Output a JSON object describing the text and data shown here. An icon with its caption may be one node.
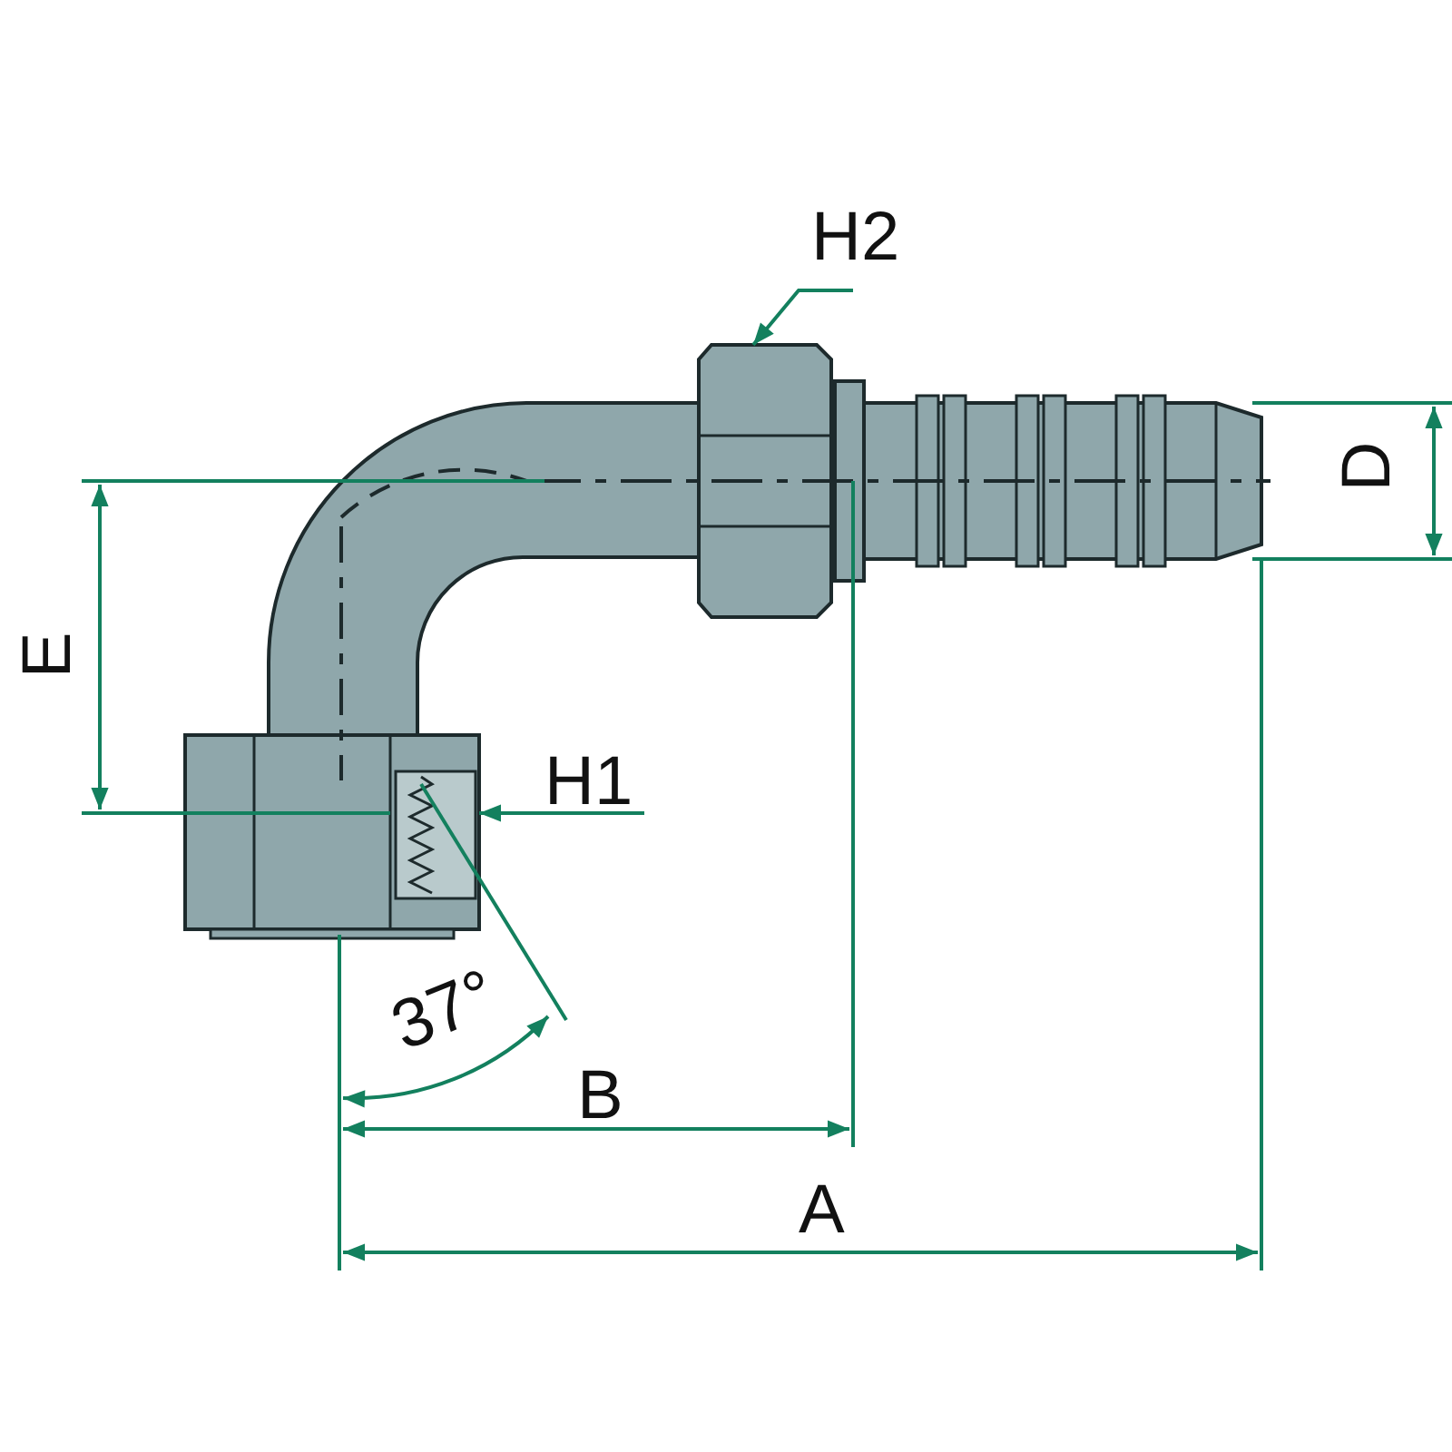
{
  "diagram": {
    "nodes": [
      {
        "text": [
          "H2"
        ]
      },
      {
        "text": [],
        "shape": "picture"
      },
      {
        "text": [
          "H1"
        ]
      },
      {
        "text": [],
        "shape": "picture"
      }
    ],
    "edges": [
      {
        "from": 0,
        "to": 1,
        "arrow": "to"
      },
      {
        "from": 2,
        "to": 3,
        "arrow": "to"
      }
    ],
    "labels": [
      "D",
      "E",
      "37°",
      "B",
      "A"
    ]
  }
}
